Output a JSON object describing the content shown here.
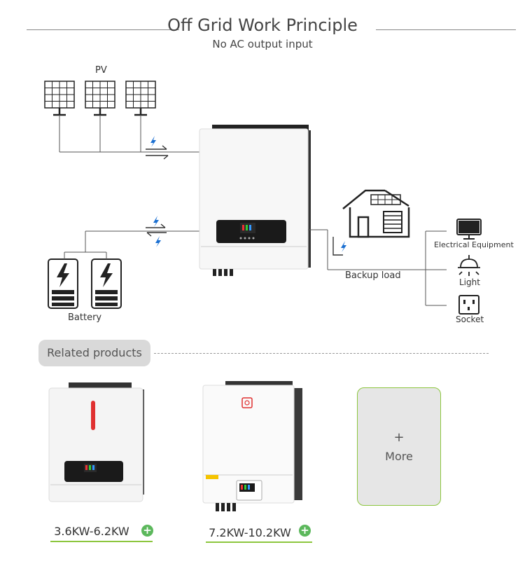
{
  "header": {
    "title": "Off Grid Work Principle",
    "subtitle": "No AC output input"
  },
  "diagram": {
    "pv_label": "PV",
    "battery_label": "Battery",
    "backup_load_label": "Backup load",
    "loads": [
      {
        "label": "Electrical Equipment",
        "icon": "monitor-icon"
      },
      {
        "label": "Light",
        "icon": "lamp-icon"
      },
      {
        "label": "Socket",
        "icon": "socket-icon"
      }
    ]
  },
  "related": {
    "heading": "Related products",
    "products": [
      {
        "label": "3.6KW-6.2KW"
      },
      {
        "label": "7.2KW-10.2KW"
      }
    ],
    "more_plus": "+",
    "more_label": "More",
    "badge": "+"
  },
  "colors": {
    "accent_green": "#8cc63e",
    "badge_green": "#5cb85c",
    "icon_blue": "#1a6fd1",
    "red_bar": "#e03030"
  }
}
